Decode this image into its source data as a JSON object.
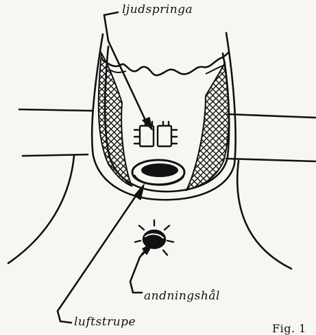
{
  "labels": {
    "sound_gap": "ljudspringa",
    "breathing_hole": "andningshål",
    "windpipe": "luftstrupe",
    "figure_number": "Fig. 1"
  },
  "colors": {
    "ink": "#111111",
    "paper": "#f7f6f2"
  }
}
